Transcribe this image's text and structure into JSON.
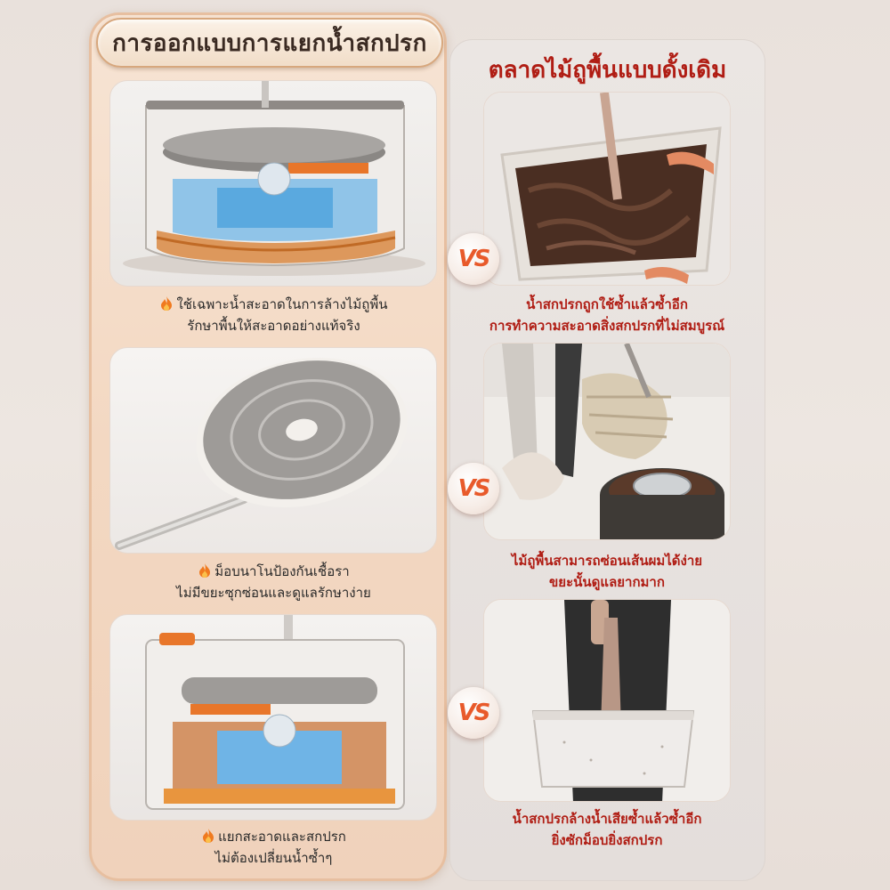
{
  "left_panel": {
    "title": "การออกแบบการแยกน้ำสกปรก",
    "items": [
      {
        "lines": [
          "ใช้เฉพาะน้ำสะอาดในการล้างไม้ถูพื้น",
          "รักษาพื้นให้สะอาดอย่างแท้จริง"
        ],
        "icon": "flame-icon"
      },
      {
        "lines": [
          "ม็อบนาโนป้องกันเชื้อรา",
          "ไม่มีขยะซุกซ่อนและดูแลรักษาง่าย"
        ],
        "icon": "flame-icon"
      },
      {
        "lines": [
          "แยกสะอาดและสกปรก",
          "ไม่ต้องเปลี่ยนน้ำซ้ำๆ"
        ],
        "icon": "flame-icon"
      }
    ]
  },
  "right_panel": {
    "title": "ตลาดไม้ถูพื้นแบบดั้งเดิม",
    "items": [
      {
        "lines": [
          "น้ำสกปรกถูกใช้ซ้ำแล้วซ้ำอีก",
          "การทำความสะอาดสิ่งสกปรกที่ไม่สมบูรณ์"
        ]
      },
      {
        "lines": [
          "ไม้ถูพื้นสามารถซ่อนเส้นผมได้ง่าย",
          "ขยะนั้นดูแลยากมาก"
        ]
      },
      {
        "lines": [
          "น้ำสกปรกล้างน้ำเสียซ้ำแล้วซ้ำอีก",
          "ยิ่งซักม็อบยิ่งสกปรก"
        ]
      }
    ]
  },
  "vs_label": "VS",
  "colors": {
    "accent_red": "#b01d14",
    "vs_orange": "#e85a2b",
    "panel_peach": "#f3d8c2",
    "flame": "#f07a1f"
  }
}
